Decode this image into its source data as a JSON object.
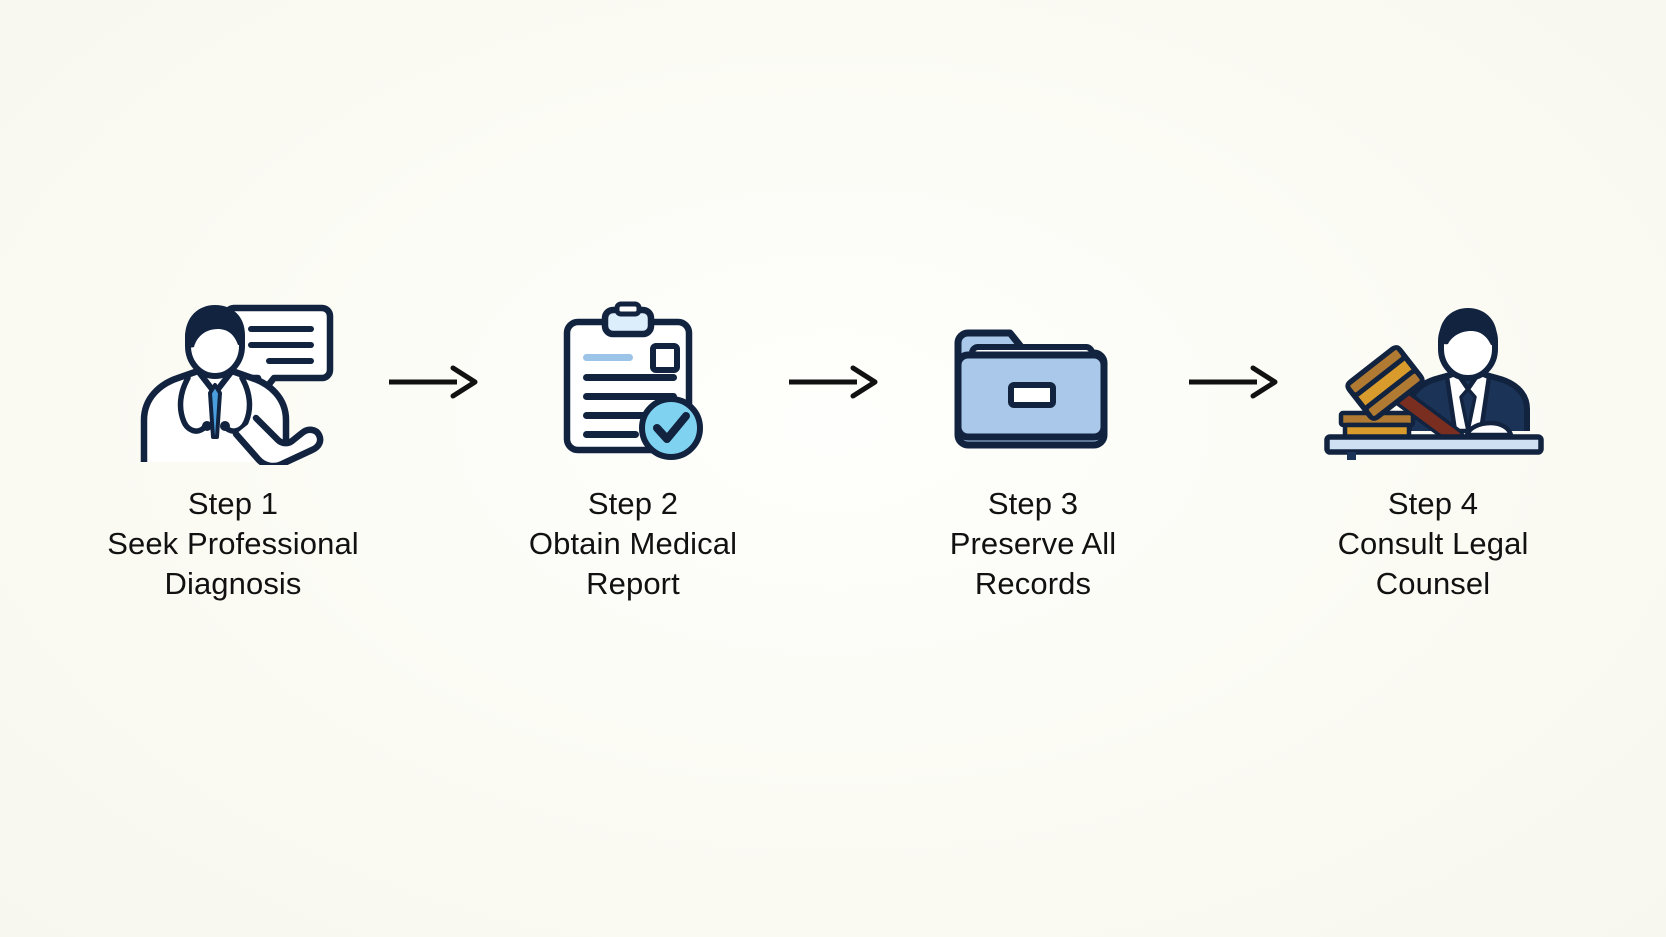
{
  "meta": {
    "background_color": "#fbfbf4",
    "text_color": "#111111",
    "ink_color": "#11233f",
    "accent_blue": "#9cc3e8",
    "accent_cyan": "#7fd2f0",
    "accent_gold": "#d99b2b",
    "arrow_color": "#111111",
    "diagram_type": "horizontal 4-step process flow with arrows"
  },
  "steps": [
    {
      "number": "Step 1",
      "title": "Seek Professional Diagnosis",
      "icon": "doctor-with-speech-bubble-icon"
    },
    {
      "number": "Step 2",
      "title": "Obtain Medical Report",
      "icon": "clipboard-with-checkmark-icon"
    },
    {
      "number": "Step 3",
      "title": "Preserve All Records",
      "icon": "folder-icon"
    },
    {
      "number": "Step 4",
      "title": "Consult Legal Counsel",
      "icon": "judge-with-gavel-icon"
    }
  ],
  "connectors": [
    {
      "label": "arrow-right"
    },
    {
      "label": "arrow-right"
    },
    {
      "label": "arrow-right"
    }
  ]
}
